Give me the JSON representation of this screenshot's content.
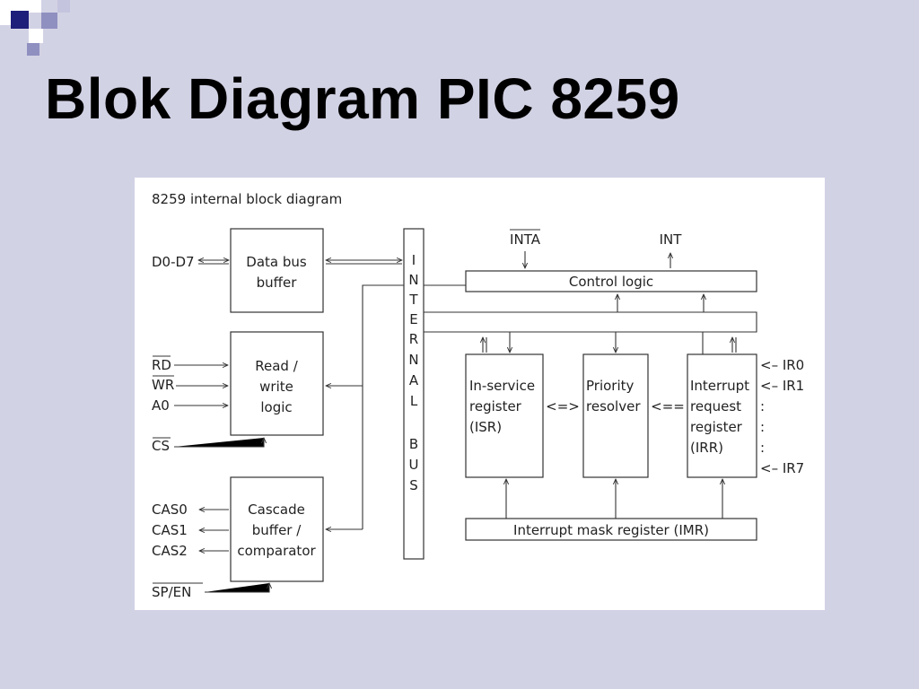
{
  "slide": {
    "title": "Blok Diagram PIC 8259"
  },
  "diagram": {
    "caption": "8259 internal block diagram",
    "blocks": {
      "data_bus_buffer": [
        "Data bus",
        "buffer"
      ],
      "read_write_logic": [
        "Read /",
        "write",
        "logic"
      ],
      "cascade_buffer": [
        "Cascade",
        "buffer /",
        "comparator"
      ],
      "control_logic": "Control logic",
      "isr": [
        "In-service",
        "register",
        "(ISR)"
      ],
      "priority_resolver": [
        "Priority",
        "resolver"
      ],
      "irr": [
        "Interrupt",
        "request",
        "register",
        "(IRR)"
      ],
      "imr": "Interrupt mask register (IMR)",
      "internal_bus": [
        "I",
        "N",
        "T",
        "E",
        "R",
        "N",
        "A",
        "L",
        "",
        "B",
        "U",
        "S"
      ]
    },
    "signals": {
      "d0_d7": "D0-D7",
      "rd": "RD",
      "wr": "WR",
      "a0": "A0",
      "cs": "CS",
      "cas0": "CAS0",
      "cas1": "CAS1",
      "cas2": "CAS2",
      "sp_en": "SP/EN",
      "inta": "INTA",
      "int": "INT",
      "ir_lines": [
        "<– IR0",
        "<– IR1",
        ":",
        ":",
        ":",
        "<– IR7"
      ]
    },
    "connectors": {
      "isr_priority": "<=>",
      "irr_priority": "<=="
    }
  }
}
